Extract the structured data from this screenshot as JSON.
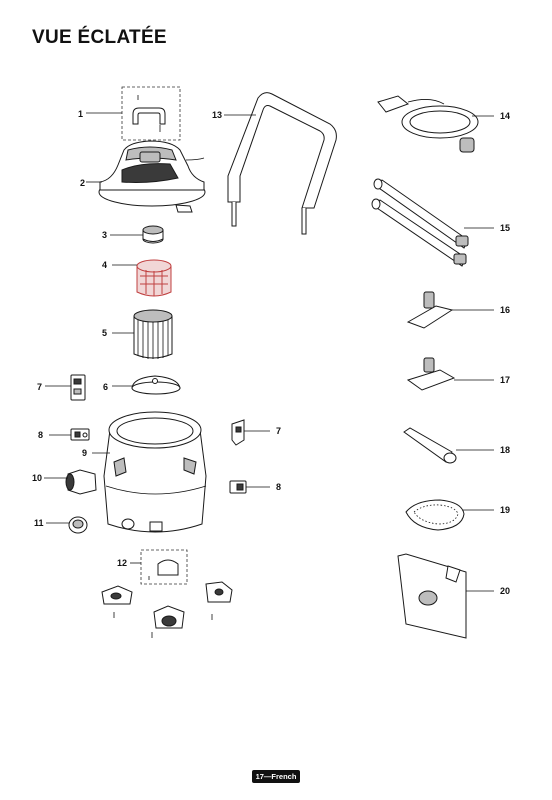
{
  "title": "VUE ÉCLATÉE",
  "callouts": {
    "c1": "1",
    "c2": "2",
    "c3": "3",
    "c4": "4",
    "c5": "5",
    "c6": "6",
    "c7a": "7",
    "c7b": "7",
    "c8a": "8",
    "c8b": "8",
    "c9": "9",
    "c10": "10",
    "c11": "11",
    "c12": "12",
    "c13": "13",
    "c14": "14",
    "c15": "15",
    "c16": "16",
    "c17": "17",
    "c18": "18",
    "c19": "19",
    "c20": "20"
  },
  "footer": {
    "page_label": "17—French"
  }
}
